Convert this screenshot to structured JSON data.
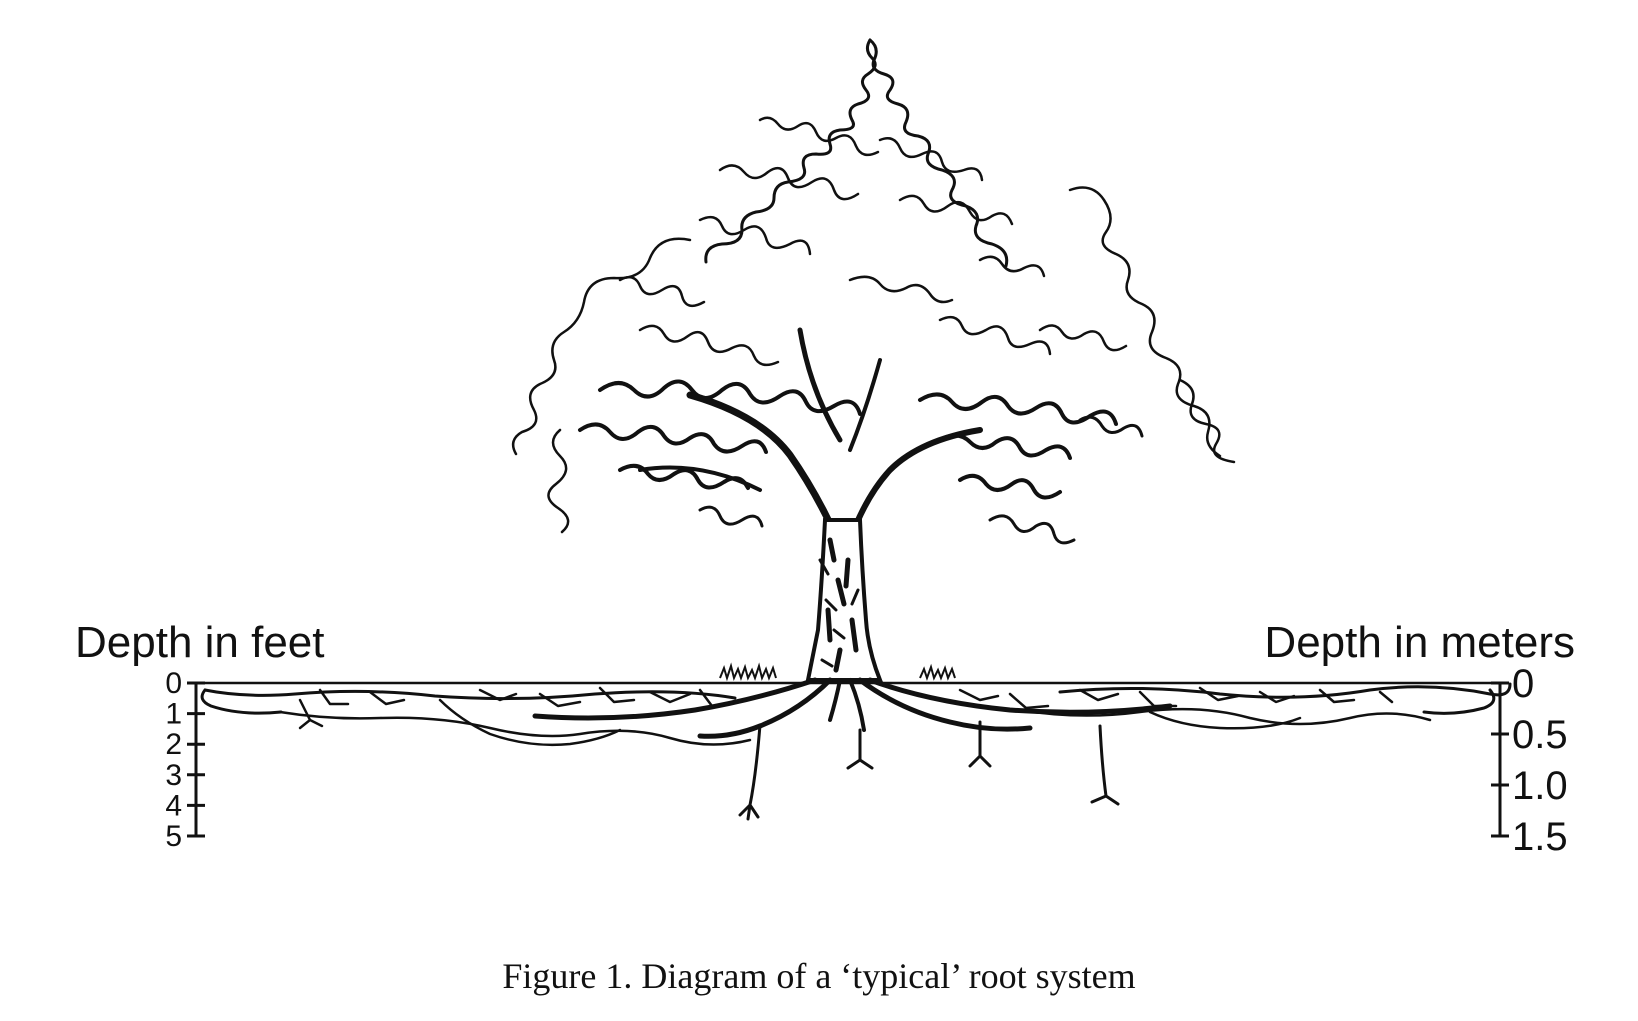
{
  "labels": {
    "left_scale_title": "Depth in feet",
    "right_scale_title": "Depth in meters"
  },
  "left_scale": {
    "unit": "feet",
    "ticks": [
      "0",
      "1",
      "2",
      "3",
      "4",
      "5"
    ]
  },
  "right_scale": {
    "unit": "meters",
    "ticks": [
      "0",
      "0.5",
      "1.0",
      "1.5"
    ]
  },
  "caption": "Figure 1. Diagram of a ‘typical’ root system",
  "colors": {
    "ink": "#111111",
    "background": "#ffffff"
  },
  "illustration": {
    "subject": "tree-with-root-system",
    "style": "black ink line drawing"
  }
}
